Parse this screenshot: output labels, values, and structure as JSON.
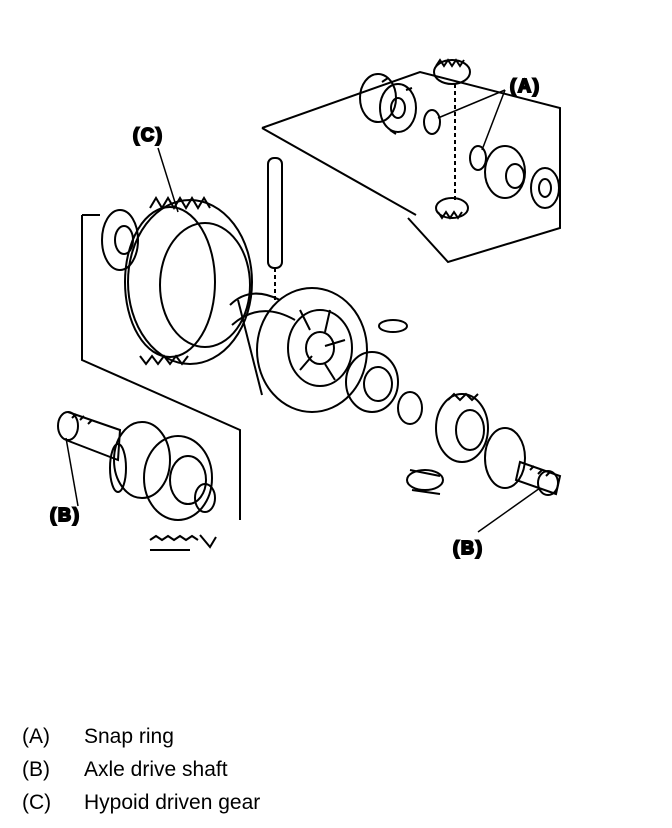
{
  "callouts": {
    "a": "(A)",
    "b_left": "(B)",
    "b_right": "(B)",
    "c": "(C)"
  },
  "legend": [
    {
      "key": "(A)",
      "text": "Snap ring"
    },
    {
      "key": "(B)",
      "text": "Axle drive shaft"
    },
    {
      "key": "(C)",
      "text": "Hypoid driven gear"
    }
  ]
}
